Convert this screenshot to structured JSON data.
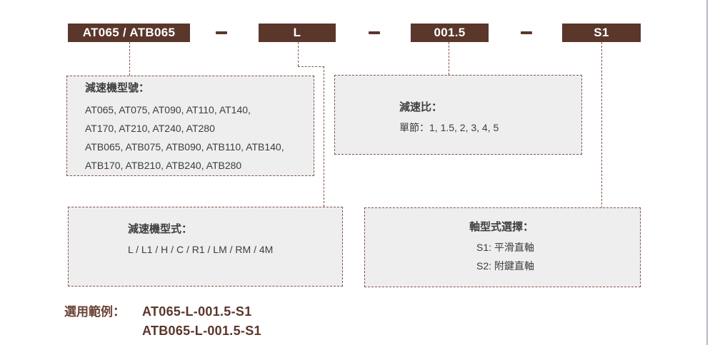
{
  "colors": {
    "box_brown": "#5a362b",
    "connector_brown": "#7d5446",
    "panel_fill": "#efeeee",
    "text_dark": "#3d3d3d",
    "example_brown": "#6b4236",
    "code_brown": "#5a362b",
    "divider_gray": "#b4bac5"
  },
  "code_boxes": [
    {
      "label": "AT065 / ATB065"
    },
    {
      "label": "L"
    },
    {
      "label": "001.5"
    },
    {
      "label": "S1"
    }
  ],
  "panels": {
    "gear_models": {
      "title": "減速機型號：",
      "lines": [
        "AT065, AT075, AT090, AT110, AT140,",
        "AT170, AT210, AT240, AT280",
        "ATB065, ATB075, ATB090, ATB110, ATB140,",
        "ATB170, ATB210, ATB240, ATB280"
      ]
    },
    "ratio": {
      "title": "減速比：",
      "lines": [
        "單節：1, 1.5, 2, 3, 4, 5"
      ]
    },
    "gear_types": {
      "title": "減速機型式：",
      "lines": [
        "L / L1 / H / C / R1 / LM / RM / 4M"
      ]
    },
    "shaft_types": {
      "title": "軸型式選擇：",
      "lines": [
        "S1: 平滑直軸",
        "S2: 附鍵直軸"
      ]
    }
  },
  "example": {
    "label": "選用範例：",
    "codes": [
      "AT065-L-001.5-S1",
      "ATB065-L-001.5-S1"
    ]
  }
}
